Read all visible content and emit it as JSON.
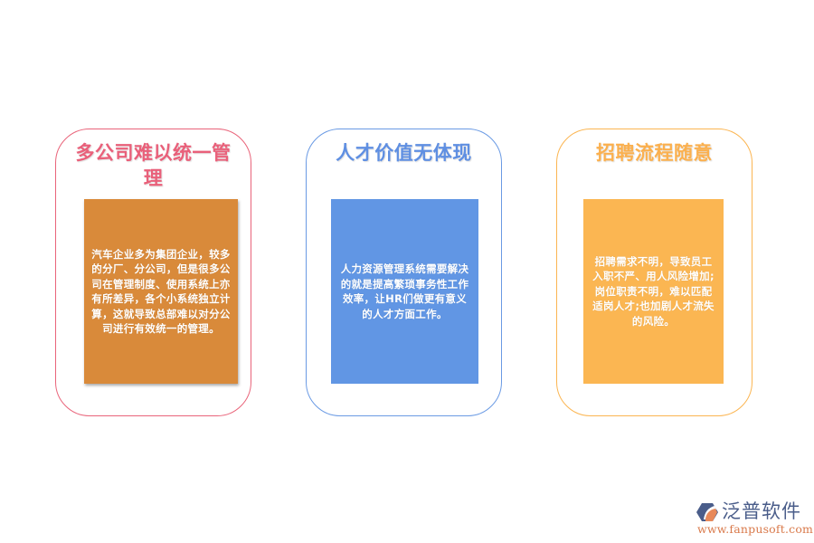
{
  "cards": [
    {
      "title": "多公司难以统一管理",
      "body": "汽车企业多为集团企业，较多的分厂、分公司，但是很多公司在管理制度、使用系统上亦有所差异，各个小系统独立计算，这就导致总部难以对分公司进行有效统一的管理。",
      "border_color": "#e9647a",
      "title_color": "#e9607a",
      "box_color": "#d98a3a"
    },
    {
      "title": "人才价值无体现",
      "body": "人力资源管理系统需要解决的就是提高繁琐事务性工作效率，让HR们做更有意义的人才方面工作。",
      "border_color": "#6a9ae4",
      "title_color": "#5f8fe2",
      "box_color": "#6196e4"
    },
    {
      "title": "招聘流程随意",
      "body": "招聘需求不明，导致员工入职不严、用人风险增加;岗位职责不明，难以匹配适岗人才;也加剧人才流失的风险。",
      "border_color": "#fbb551",
      "title_color": "#fbb04e",
      "box_color": "#fbb652"
    }
  ],
  "logo": {
    "name": "泛普软件",
    "url": "www.fanpusoft.com",
    "icon": "fanpu-logo-icon"
  }
}
